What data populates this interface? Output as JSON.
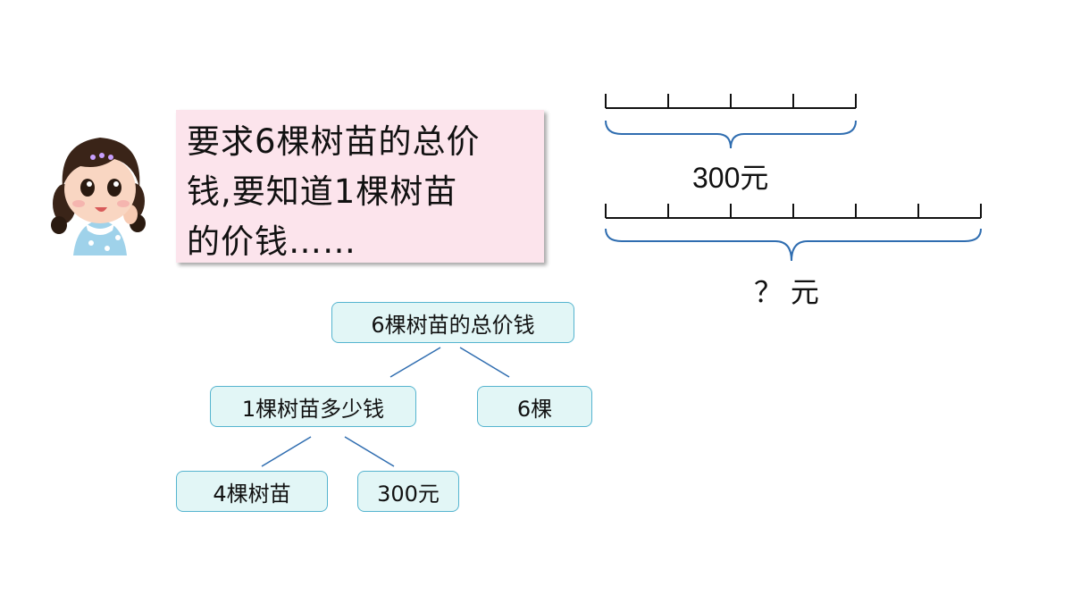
{
  "speech": {
    "lines": [
      "要求6棵树苗的总价",
      "钱,要知道1棵树苗",
      "的价钱……"
    ]
  },
  "tree": {
    "root": "6棵树苗的总价钱",
    "mid_left": "1棵树苗多少钱",
    "mid_right": "6棵",
    "leaf_left": "4棵树苗",
    "leaf_right": "300元"
  },
  "segment_diagram": {
    "top_label": "300元",
    "bottom_label": "？ 元",
    "top_segments": 4,
    "bottom_segments": 6
  },
  "colors": {
    "box_fill": "#e2f6f6",
    "box_border": "#55b4cf",
    "line_color": "#2f6db0",
    "speech_fill": "#fce4ec"
  }
}
